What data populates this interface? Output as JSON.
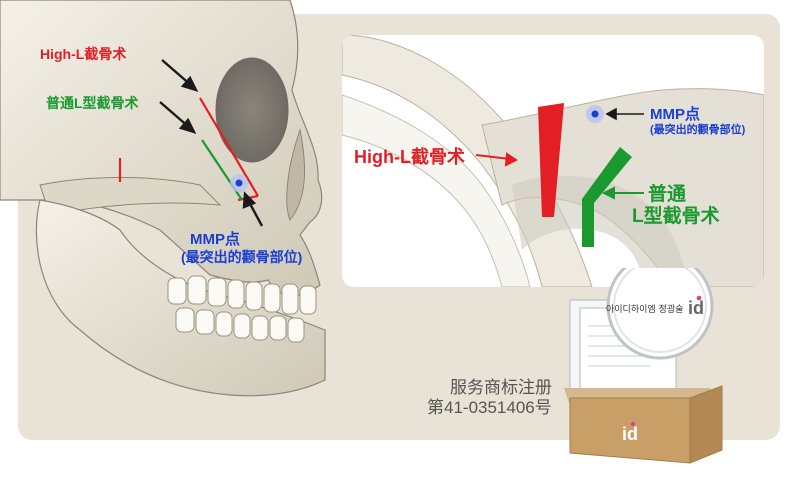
{
  "skull": {
    "label_high_l": "High-L截骨术",
    "label_normal_l": "普通L型截骨术",
    "mmp_title": "MMP点",
    "mmp_desc": "(最突出的颧骨部位)"
  },
  "callout": {
    "high_l": "High-L截骨术",
    "mmp_title": "MMP点",
    "mmp_desc": "(最突出的颧骨部位)",
    "normal_line1": "普通",
    "normal_line2": "L型截骨术"
  },
  "trademark": {
    "line1": "服务商标注册",
    "line2": "第41-0351406号"
  },
  "certificate": {
    "magnifier_text": "아이디하이엠 정광술",
    "brand": "id"
  },
  "colors": {
    "red": "#e31e24",
    "green": "#1a9a2e",
    "blue": "#1b3fd4",
    "panel": "#e8e3d6"
  }
}
